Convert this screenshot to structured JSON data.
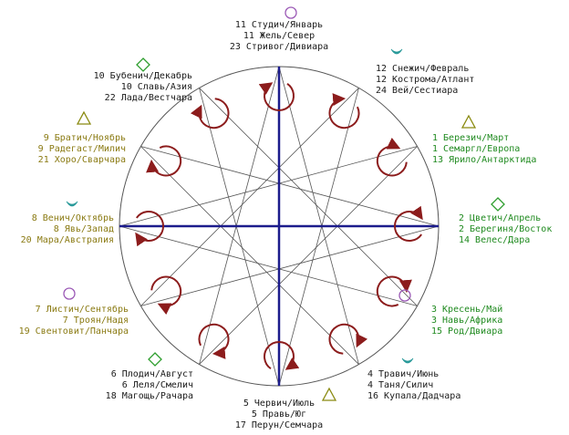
{
  "colors": {
    "label_dark": "#1a1a1a",
    "label_green": "#1f8a1f",
    "label_olive": "#8a7a12",
    "cross_blue": "#1c1c8c",
    "arrow_red": "#8c1c1c",
    "star_lines": "#555555",
    "sym_circle": "#9b59b6",
    "sym_diamond": "#2e9e2e",
    "sym_triangle": "#8a8a10",
    "sym_moon": "#2a9a9a"
  },
  "labels": [
    {
      "id": "n1",
      "symbol": "circle",
      "color": "label_dark",
      "lines": [
        "11 Студич/Январь",
        "11 Жель/Север",
        "23 Стривог/Дивиара"
      ]
    },
    {
      "id": "n2",
      "symbol": "moon",
      "color": "label_dark",
      "lines": [
        "12 Снежич/Февраль",
        "12 Кострома/Атлант",
        "24 Вей/Сестиара"
      ]
    },
    {
      "id": "n3",
      "symbol": "triangle",
      "color": "label_green",
      "lines": [
        "1 Березич/Март",
        "1 Семаргл/Европа",
        "13 Ярило/Антарктида"
      ]
    },
    {
      "id": "n4",
      "symbol": "diamond",
      "color": "label_green",
      "lines": [
        "2 Цветич/Апрель",
        "2 Берегиня/Восток",
        "14 Велес/Дара"
      ]
    },
    {
      "id": "n5",
      "symbol": "circle",
      "color": "label_green",
      "lines": [
        "3 Кресень/Май",
        "3 Навь/Африка",
        "15 Род/Двиара"
      ]
    },
    {
      "id": "n6",
      "symbol": "moon",
      "color": "label_dark",
      "lines": [
        "4 Травич/Июнь",
        "4 Таня/Силич",
        "16 Купала/Дадчара"
      ]
    },
    {
      "id": "n7",
      "symbol": "triangle",
      "color": "label_dark",
      "lines": [
        "5 Червич/Июль",
        "5 Правь/Юг",
        "17 Перун/Семчара"
      ]
    },
    {
      "id": "n8",
      "symbol": "diamond",
      "color": "label_dark",
      "lines": [
        "6 Плодич/Август",
        "6 Леля/Смелич",
        "18 Магощь/Рачара"
      ]
    },
    {
      "id": "n9",
      "symbol": "circle",
      "color": "label_olive",
      "lines": [
        "7 Листич/Сентябрь",
        "7 Троян/Надя",
        "19 Свентовит/Панчара"
      ]
    },
    {
      "id": "n10",
      "symbol": "moon",
      "color": "label_olive",
      "lines": [
        "8 Венич/Октябрь",
        "8 Явь/Запад",
        "20 Мара/Австралия"
      ]
    },
    {
      "id": "n11",
      "symbol": "triangle",
      "color": "label_olive",
      "lines": [
        "9 Братич/Ноябрь",
        "9 Радегаст/Милич",
        "21 Хоро/Сварчара"
      ]
    },
    {
      "id": "n12",
      "symbol": "diamond",
      "color": "label_dark",
      "lines": [
        "10 Бубенич/Декабрь",
        "10 Славь/Азия",
        "22 Лада/Вестчара"
      ]
    }
  ]
}
